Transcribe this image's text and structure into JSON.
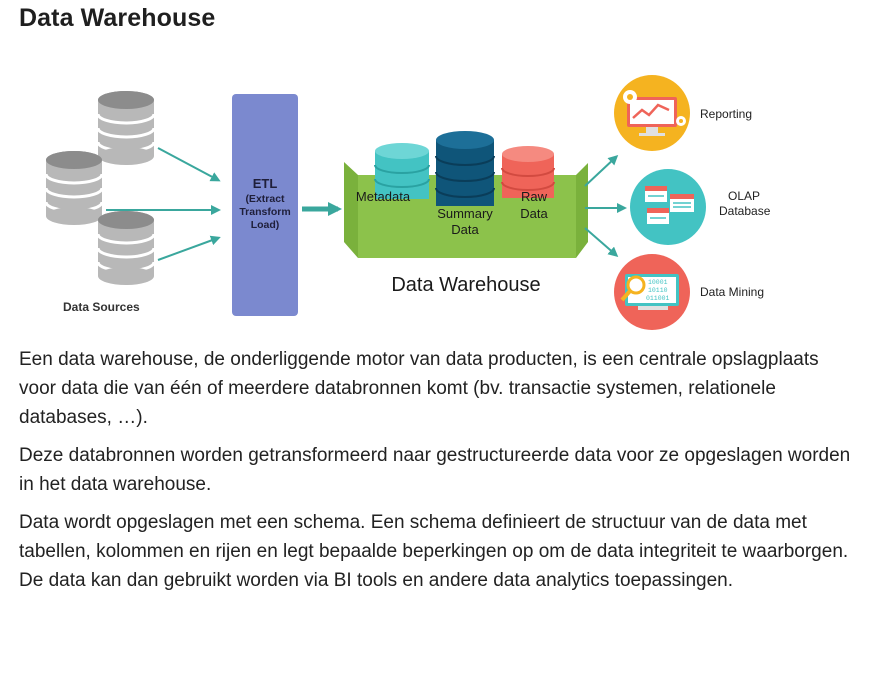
{
  "header": {
    "title": "Data Warehouse"
  },
  "diagram": {
    "sources_label": "Data Sources",
    "etl": {
      "line1": "ETL",
      "line2": "(Extract",
      "line3": "Transform",
      "line4": "Load)"
    },
    "warehouse": {
      "metadata": "Metadata",
      "summary_line1": "Summary",
      "summary_line2": "Data",
      "raw_line1": "Raw",
      "raw_line2": "Data",
      "title": "Data Warehouse"
    },
    "outputs": {
      "reporting": "Reporting",
      "olap_line1": "OLAP",
      "olap_line2": "Database",
      "mining": "Data Mining",
      "mining_bits_1": "10001",
      "mining_bits_2": "10110",
      "mining_bits_3": "011001"
    },
    "colors": {
      "arrow": "#3aa79d",
      "etl": "#7b89cf",
      "warehouse": "#8cc24b",
      "reporting": "#f5b320",
      "olap": "#43c3c3",
      "mining": "#ef6459"
    }
  },
  "content": {
    "p1": "Een data warehouse, de onderliggende motor van data producten, is een centrale opslagplaats voor data die van één of meerdere databronnen komt (bv. transactie systemen, relationele databases, …).",
    "p2": "Deze databronnen worden getransformeerd naar gestructureerde data voor ze opgeslagen worden in het data warehouse.",
    "p3": "Data wordt opgeslagen met een schema. Een schema definieert de structuur van de data met tabellen, kolommen en rijen en legt bepaalde beperkingen op om de data integriteit te waarborgen.",
    "p4": "De data kan dan gebruikt worden via BI tools en andere data analytics toepassingen."
  }
}
